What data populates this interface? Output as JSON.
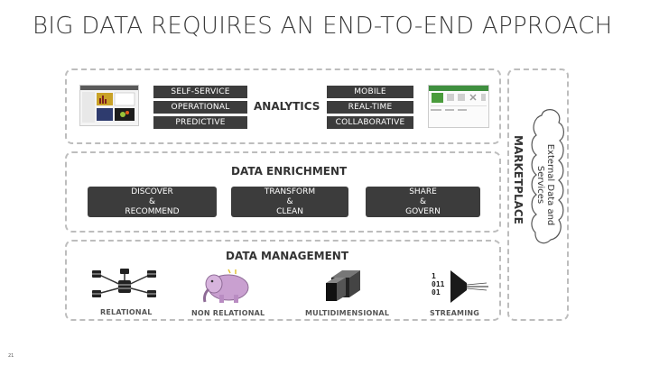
{
  "title": "BIG DATA REQUIRES AN END-TO-END APPROACH",
  "analytics": {
    "label": "ANALYTICS",
    "left_buttons": [
      "SELF-SERVICE",
      "OPERATIONAL",
      "PREDICTIVE"
    ],
    "right_buttons": [
      "MOBILE",
      "REAL-TIME",
      "COLLABORATIVE"
    ]
  },
  "enrichment": {
    "label": "DATA ENRICHMENT",
    "boxes": [
      {
        "line1": "DISCOVER",
        "line2": "&",
        "line3": "RECOMMEND"
      },
      {
        "line1": "TRANSFORM",
        "line2": "&",
        "line3": "CLEAN"
      },
      {
        "line1": "SHARE",
        "line2": "&",
        "line3": "GOVERN"
      }
    ]
  },
  "management": {
    "label": "DATA MANAGEMENT",
    "items": [
      "RELATIONAL",
      "NON RELATIONAL",
      "MULTIDIMENSIONAL",
      "STREAMING"
    ],
    "streaming_digits": [
      "1",
      "011",
      "01"
    ]
  },
  "marketplace": {
    "label": "MARKETPLACE",
    "cloud_text": "External Data and Services"
  },
  "page_number": "21"
}
